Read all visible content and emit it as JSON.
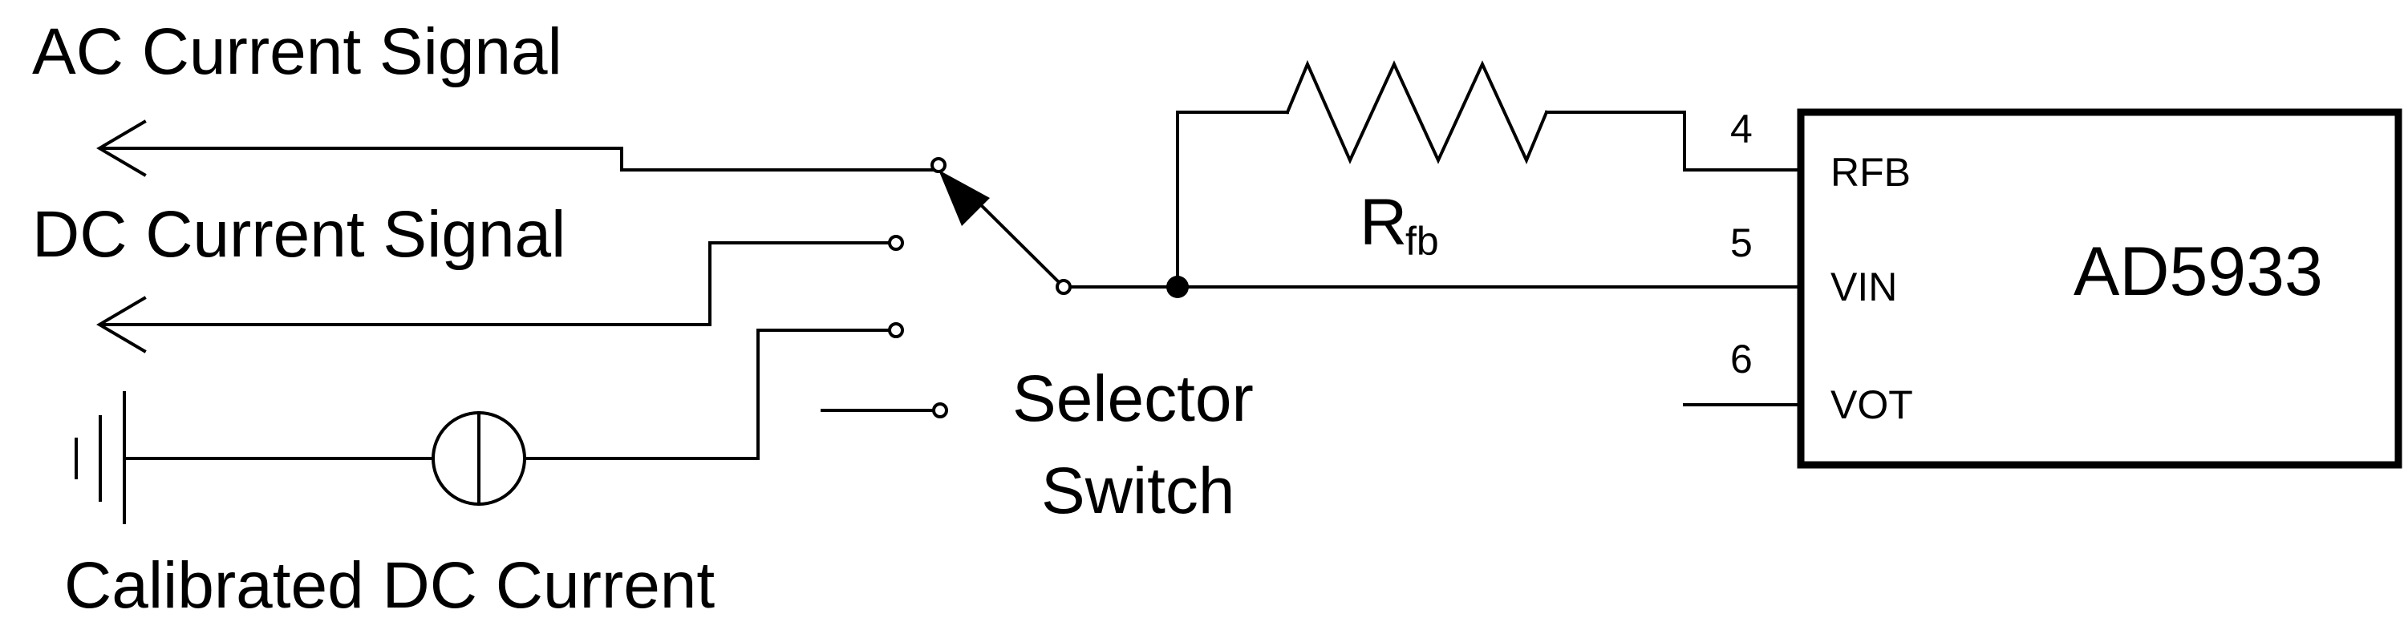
{
  "labels": {
    "ac_signal": "AC Current Signal",
    "dc_signal": "DC Current Signal",
    "calibrated": "Calibrated DC Current",
    "selector_line1": "Selector",
    "selector_line2": "Switch",
    "resistor_main": "R",
    "resistor_sub": "fb"
  },
  "chip": {
    "name": "AD5933",
    "pins": [
      {
        "number": "4",
        "name": "RFB"
      },
      {
        "number": "5",
        "name": "VIN"
      },
      {
        "number": "6",
        "name": "VOT"
      }
    ]
  },
  "colors": {
    "line": "#000000",
    "background": "#ffffff"
  }
}
